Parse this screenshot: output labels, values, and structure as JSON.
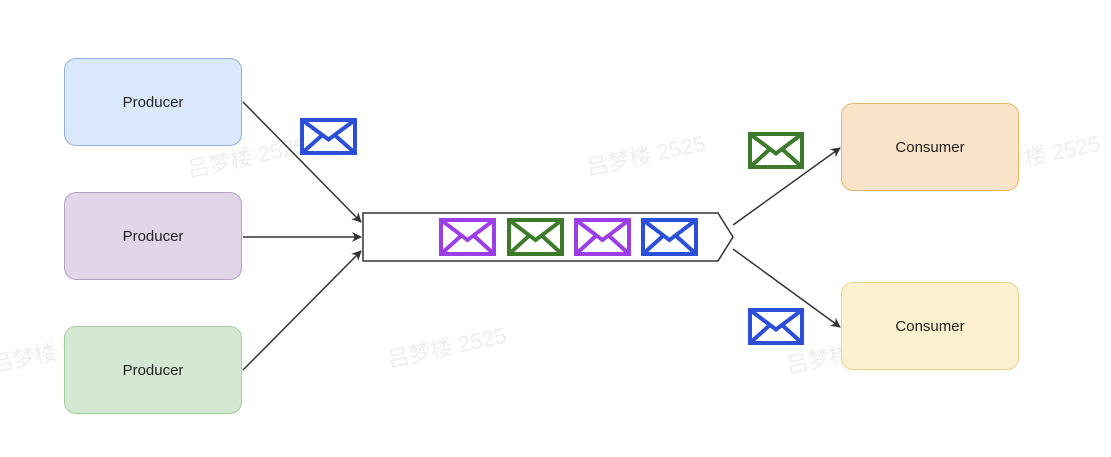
{
  "producers": [
    {
      "label": "Producer",
      "fill": "#dae8fc",
      "stroke": "#8fb0dc"
    },
    {
      "label": "Producer",
      "fill": "#e1d5e7",
      "stroke": "#b59fc4"
    },
    {
      "label": "Producer",
      "fill": "#d5e8d4",
      "stroke": "#9fcf97"
    }
  ],
  "consumers": [
    {
      "label": "Consumer",
      "fill": "#fae3c8",
      "stroke": "#e6b86a"
    },
    {
      "label": "Consumer",
      "fill": "#fdf1d0",
      "stroke": "#ecd08c"
    }
  ],
  "watermark": "吕梦楼 2525",
  "colors": {
    "blue": "#2b4fd8",
    "green": "#3e7a2c",
    "purple": "#9b3ee8",
    "line": "#333333"
  },
  "queue_messages": [
    "purple",
    "green",
    "purple",
    "blue"
  ],
  "incoming_message": "blue",
  "outgoing_messages": [
    "green",
    "blue"
  ]
}
